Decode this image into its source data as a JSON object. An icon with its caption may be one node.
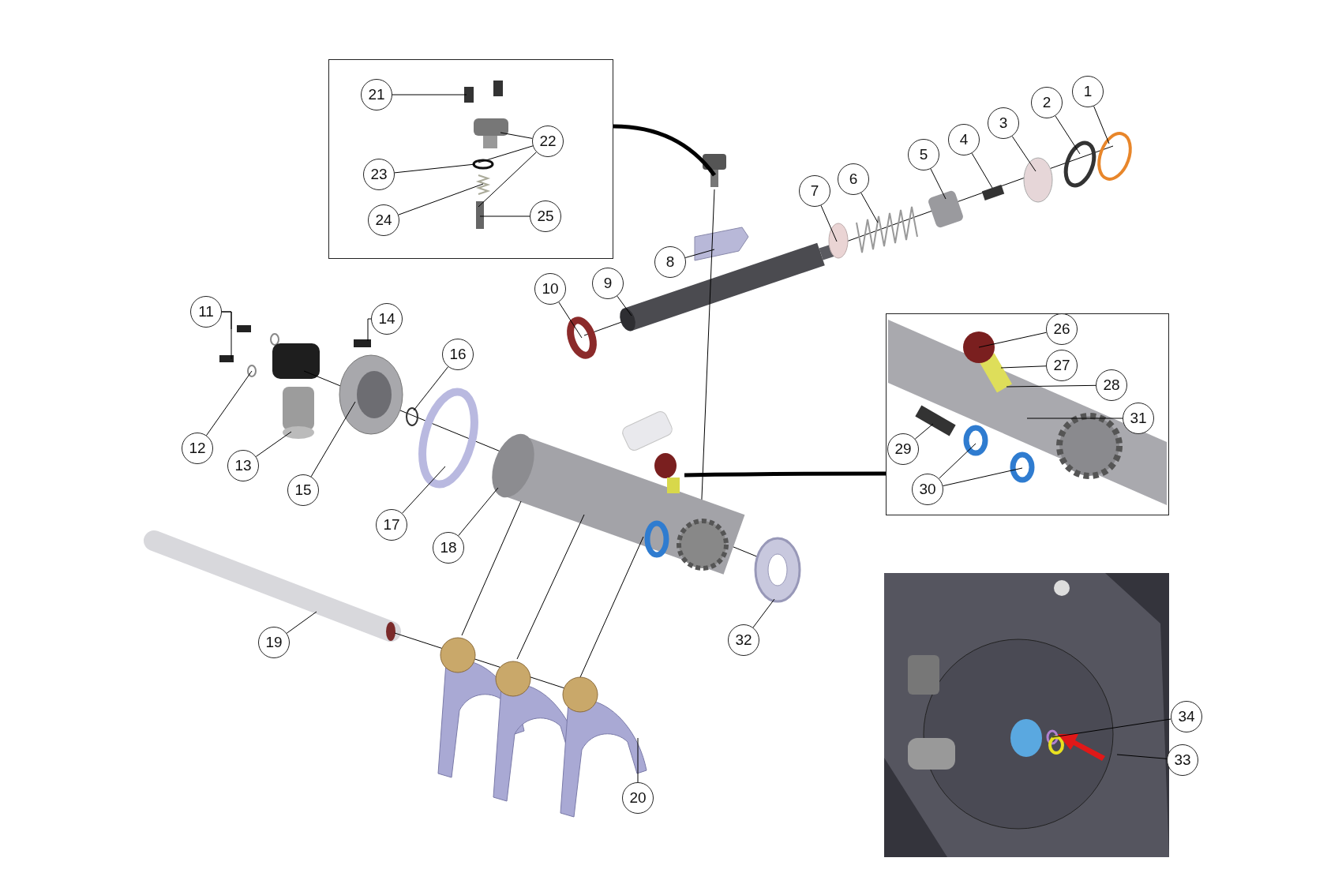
{
  "diagram": {
    "nodes": [
      {
        "text": [],
        "shape": "box"
      },
      {
        "text": [
          "21"
        ],
        "in": 0
      },
      {
        "text": [
          "22"
        ],
        "in": 0
      },
      {
        "text": [
          "23"
        ],
        "in": 0
      },
      {
        "text": [
          "24"
        ],
        "in": 0
      },
      {
        "text": [
          "25"
        ],
        "in": 0
      },
      {
        "text": [
          "1"
        ]
      },
      {
        "text": [
          "2"
        ]
      },
      {
        "text": [
          "3"
        ]
      },
      {
        "text": [
          "4"
        ]
      },
      {
        "text": [
          "5"
        ]
      },
      {
        "text": [
          "6"
        ]
      },
      {
        "text": [
          "7"
        ]
      },
      {
        "text": [
          "8"
        ]
      },
      {
        "text": [
          "9"
        ]
      },
      {
        "text": [
          "10"
        ]
      },
      {
        "text": [
          "11"
        ]
      },
      {
        "text": [
          "12"
        ]
      },
      {
        "text": [
          "13"
        ]
      },
      {
        "text": [
          "14"
        ]
      },
      {
        "text": [
          "15"
        ]
      },
      {
        "text": [
          "16"
        ]
      },
      {
        "text": [
          "17"
        ]
      },
      {
        "text": [
          "18"
        ]
      },
      {
        "text": [
          "19"
        ]
      },
      {
        "text": [
          "20"
        ]
      },
      {
        "text": [],
        "shape": "box"
      },
      {
        "text": [
          "26"
        ],
        "in": 26
      },
      {
        "text": [
          "27"
        ],
        "in": 26
      },
      {
        "text": [
          "28"
        ],
        "in": 26
      },
      {
        "text": [
          "29"
        ],
        "in": 26
      },
      {
        "text": [
          "30"
        ],
        "in": 26
      },
      {
        "text": [
          "31"
        ],
        "in": 26
      },
      {
        "text": [
          "32"
        ]
      },
      {
        "text": [
          "33"
        ]
      },
      {
        "text": [
          "34"
        ]
      }
    ],
    "edges": [
      {
        "from": 0,
        "to": null,
        "arrow": "none",
        "style": "thick"
      },
      {
        "from": 1,
        "to": null,
        "arrow": "none"
      },
      {
        "from": 2,
        "to": null,
        "arrow": "none"
      },
      {
        "from": 2,
        "to": null,
        "arrow": "none"
      },
      {
        "from": 2,
        "to": null,
        "arrow": "none"
      },
      {
        "from": 3,
        "to": null,
        "arrow": "none"
      },
      {
        "from": 4,
        "to": null,
        "arrow": "none"
      },
      {
        "from": 5,
        "to": null,
        "arrow": "none"
      },
      {
        "from": 6,
        "to": null,
        "arrow": "none"
      },
      {
        "from": 7,
        "to": null,
        "arrow": "none"
      },
      {
        "from": 8,
        "to": null,
        "arrow": "none"
      },
      {
        "from": 9,
        "to": null,
        "arrow": "none"
      },
      {
        "from": 10,
        "to": null,
        "arrow": "none"
      },
      {
        "from": 11,
        "to": null,
        "arrow": "none"
      },
      {
        "from": 12,
        "to": null,
        "arrow": "none"
      },
      {
        "from": 13,
        "to": null,
        "arrow": "none"
      },
      {
        "from": 14,
        "to": null,
        "arrow": "none"
      },
      {
        "from": 15,
        "to": null,
        "arrow": "none"
      },
      {
        "from": 16,
        "to": null,
        "arrow": "none"
      },
      {
        "from": 16,
        "to": null,
        "arrow": "none"
      },
      {
        "from": 17,
        "to": null,
        "arrow": "none"
      },
      {
        "from": 18,
        "to": null,
        "arrow": "none"
      },
      {
        "from": 19,
        "to": null,
        "arrow": "none"
      },
      {
        "from": 20,
        "to": null,
        "arrow": "none"
      },
      {
        "from": 21,
        "to": null,
        "arrow": "none"
      },
      {
        "from": 22,
        "to": null,
        "arrow": "none"
      },
      {
        "from": 23,
        "to": null,
        "arrow": "none"
      },
      {
        "from": 24,
        "to": null,
        "arrow": "none"
      },
      {
        "from": 25,
        "to": null,
        "arrow": "none"
      },
      {
        "from": 26,
        "to": null,
        "arrow": "none",
        "style": "thick"
      },
      {
        "from": 27,
        "to": null,
        "arrow": "none"
      },
      {
        "from": 28,
        "to": null,
        "arrow": "none"
      },
      {
        "from": 29,
        "to": null,
        "arrow": "none"
      },
      {
        "from": 30,
        "to": null,
        "arrow": "none"
      },
      {
        "from": 31,
        "to": null,
        "arrow": "none"
      },
      {
        "from": 31,
        "to": null,
        "arrow": "none"
      },
      {
        "from": 32,
        "to": null,
        "arrow": "none"
      },
      {
        "from": 33,
        "to": null,
        "arrow": "none"
      },
      {
        "from": 34,
        "to": null,
        "arrow": "none"
      },
      {
        "from": 35,
        "to": null,
        "arrow": "none"
      }
    ]
  }
}
